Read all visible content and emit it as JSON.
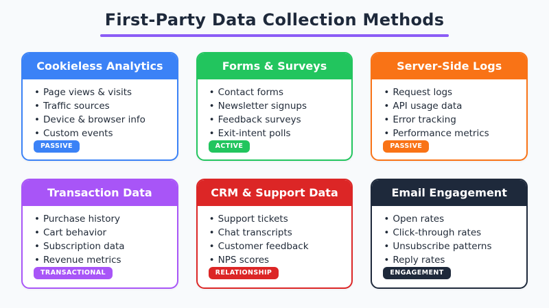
{
  "page": {
    "title": "First-Party Data Collection Methods",
    "underline_color": "#8b5cf6",
    "background_color": "#f8fafc",
    "title_color": "#1e293b"
  },
  "cards": [
    {
      "title": "Cookieless Analytics",
      "color": "#3b82f6",
      "items": [
        "Page views & visits",
        "Traffic sources",
        "Device & browser info",
        "Custom events"
      ],
      "badge": "PASSIVE"
    },
    {
      "title": "Forms & Surveys",
      "color": "#22c55e",
      "items": [
        "Contact forms",
        "Newsletter signups",
        "Feedback surveys",
        "Exit-intent polls"
      ],
      "badge": "ACTIVE"
    },
    {
      "title": "Server-Side Logs",
      "color": "#f97316",
      "items": [
        "Request logs",
        "API usage data",
        "Error tracking",
        "Performance metrics"
      ],
      "badge": "PASSIVE"
    },
    {
      "title": "Transaction Data",
      "color": "#a855f7",
      "items": [
        "Purchase history",
        "Cart behavior",
        "Subscription data",
        "Revenue metrics"
      ],
      "badge": "TRANSACTIONAL"
    },
    {
      "title": "CRM & Support Data",
      "color": "#dc2626",
      "items": [
        "Support tickets",
        "Chat transcripts",
        "Customer feedback",
        "NPS scores"
      ],
      "badge": "RELATIONSHIP"
    },
    {
      "title": "Email Engagement",
      "color": "#1e293b",
      "items": [
        "Open rates",
        "Click-through rates",
        "Unsubscribe patterns",
        "Reply rates"
      ],
      "badge": "ENGAGEMENT"
    }
  ]
}
